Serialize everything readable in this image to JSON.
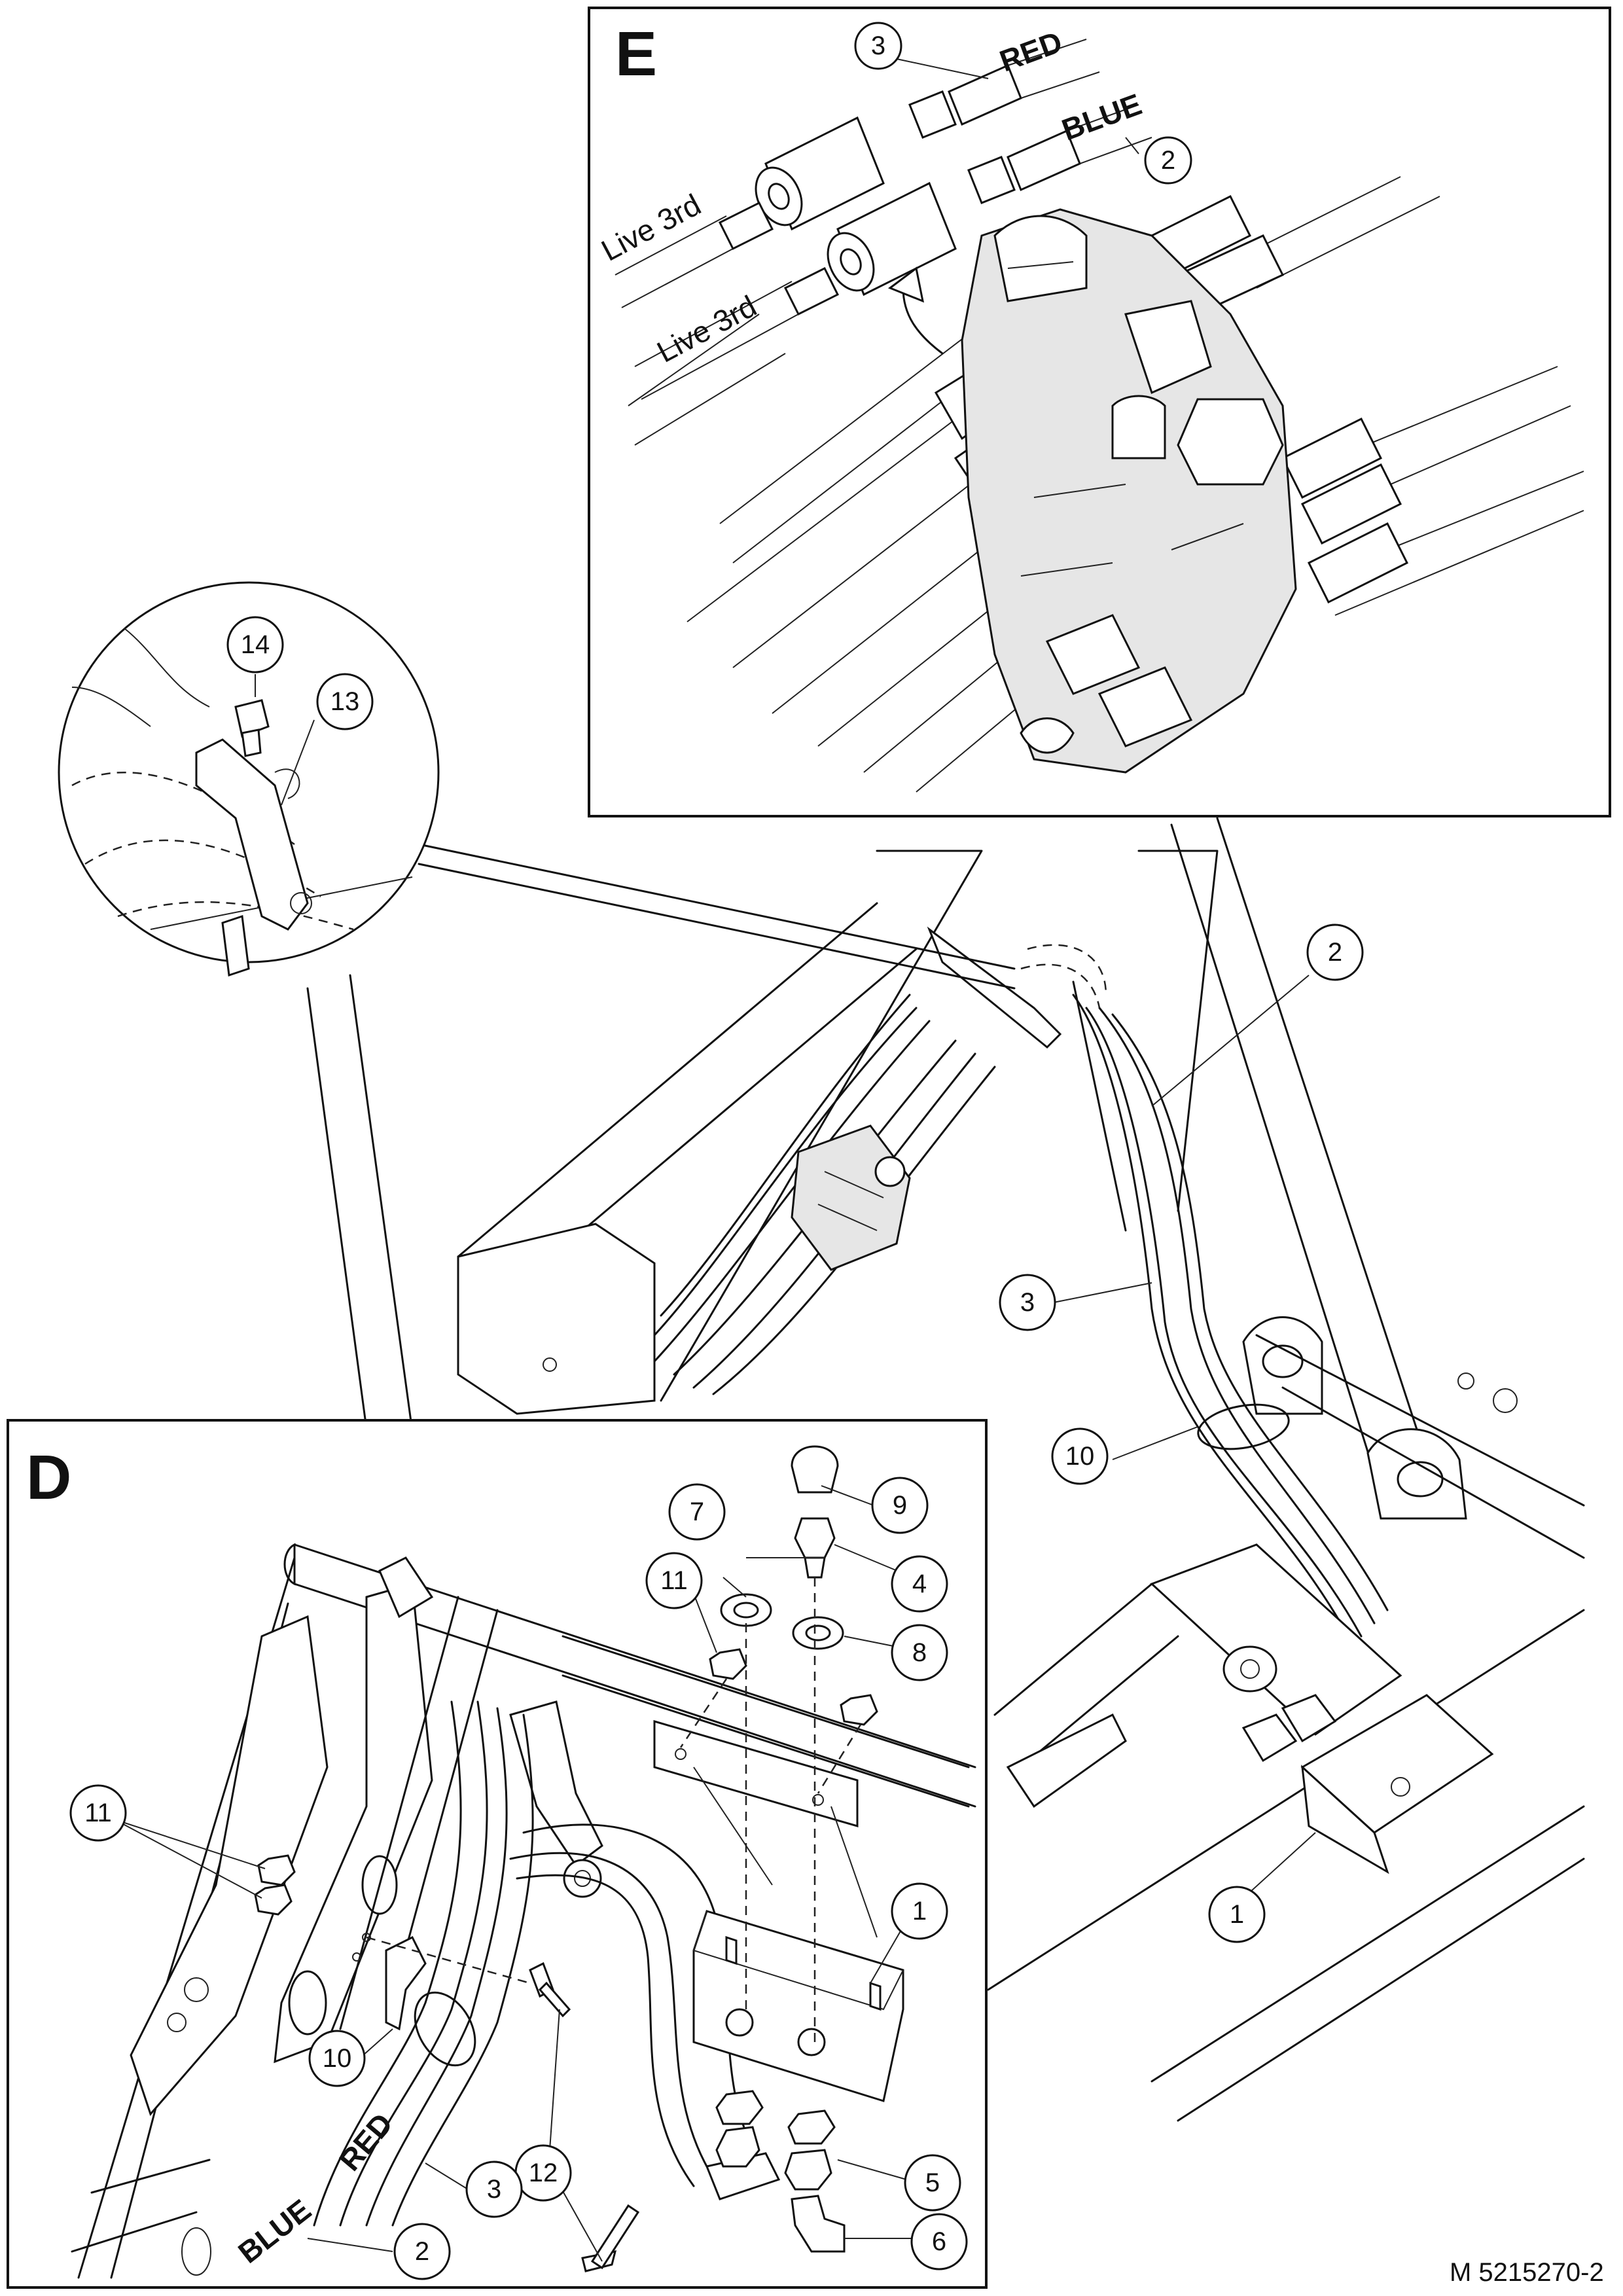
{
  "views": {
    "e": {
      "letter": "E"
    },
    "d": {
      "letter": "D"
    }
  },
  "labels": {
    "live_3rd_upper": "Live 3rd",
    "live_3rd_lower": "Live 3rd",
    "red_e": "RED",
    "blue_e": "BLUE",
    "red_d": "RED",
    "blue_d": "BLUE"
  },
  "callouts": {
    "e_3": "3",
    "e_2": "2",
    "detail_14": "14",
    "detail_13": "13",
    "main_2": "2",
    "main_3": "3",
    "main_10": "10",
    "main_1": "1",
    "d_7": "7",
    "d_9": "9",
    "d_4": "4",
    "d_11_top": "11",
    "d_8": "8",
    "d_11_left": "11",
    "d_1": "1",
    "d_10": "10",
    "d_12": "12",
    "d_3": "3",
    "d_5": "5",
    "d_2": "2",
    "d_6": "6"
  },
  "document_number": "M 5215270-2"
}
